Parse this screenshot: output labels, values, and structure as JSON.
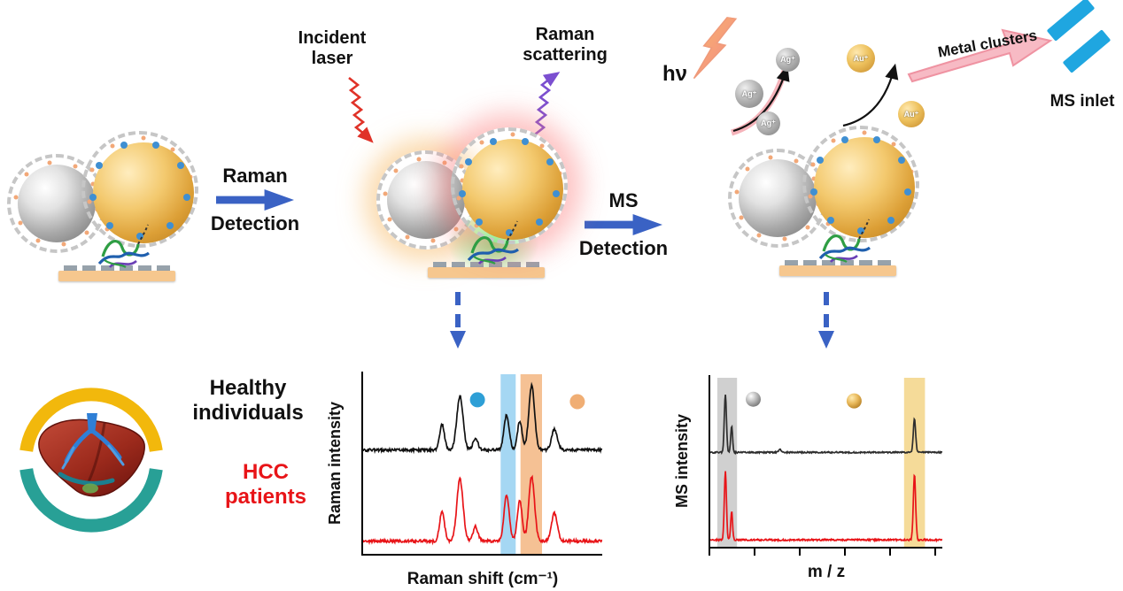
{
  "figure": {
    "labels": {
      "incident_laser": "Incident\nlaser",
      "raman_scattering": "Raman\nscattering",
      "raman_step_top": "Raman",
      "raman_step_bottom": "Detection",
      "ms_step_top": "MS",
      "ms_step_bottom": "Detection",
      "hv": "hν",
      "metal_clusters": "Metal clusters",
      "ms_inlet": "MS inlet",
      "healthy": "Healthy\nindividuals",
      "hcc": "HCC\npatients",
      "ag_ion": "Ag⁺",
      "au_ion": "Au⁺"
    },
    "colors": {
      "detection_arrow": "#3a62c4",
      "hcc_text": "#e81418",
      "laser": "#e03228",
      "raman_scatter": "#7b4fd0",
      "ring_yellow": "#f2b80c",
      "ring_teal": "#28a096",
      "ms_inlet_blue": "#1fa6e0"
    }
  },
  "chart_data": [
    {
      "type": "line",
      "name": "raman-spectra",
      "xlabel": "Raman shift (cm⁻¹)",
      "ylabel": "Raman intensity",
      "x_axis": "normalized 0–1 (no tick labels shown)",
      "grid": false,
      "bands": [
        {
          "x0": 0.575,
          "x1": 0.638,
          "color": "#8fcdf0",
          "label": "silver-probe Raman band"
        },
        {
          "x0": 0.658,
          "x1": 0.748,
          "color": "#f2b279",
          "label": "gold-probe Raman band"
        }
      ],
      "markers": [
        {
          "x": 0.478,
          "y": 0.155,
          "type": "dot",
          "color": "#2e9fd6"
        },
        {
          "x": 0.896,
          "y": 0.165,
          "type": "dot",
          "color": "#f0ae74"
        }
      ],
      "series": [
        {
          "name": "Healthy individuals",
          "color": "#111111",
          "baseline": 0.43,
          "amp": 0.37,
          "noise": 0.02,
          "peaks": [
            {
              "x": 0.33,
              "h": 0.38,
              "w": 0.01
            },
            {
              "x": 0.405,
              "h": 0.8,
              "w": 0.013
            },
            {
              "x": 0.47,
              "h": 0.18,
              "w": 0.01
            },
            {
              "x": 0.6,
              "h": 0.52,
              "w": 0.011
            },
            {
              "x": 0.655,
              "h": 0.42,
              "w": 0.01
            },
            {
              "x": 0.705,
              "h": 0.95,
              "w": 0.012
            },
            {
              "x": 0.8,
              "h": 0.3,
              "w": 0.012
            }
          ]
        },
        {
          "name": "HCC patients",
          "color": "#e81418",
          "baseline": 0.93,
          "amp": 0.4,
          "noise": 0.02,
          "peaks": [
            {
              "x": 0.33,
              "h": 0.42,
              "w": 0.01
            },
            {
              "x": 0.405,
              "h": 0.85,
              "w": 0.013
            },
            {
              "x": 0.47,
              "h": 0.2,
              "w": 0.01
            },
            {
              "x": 0.6,
              "h": 0.62,
              "w": 0.011
            },
            {
              "x": 0.655,
              "h": 0.55,
              "w": 0.01
            },
            {
              "x": 0.705,
              "h": 0.88,
              "w": 0.012
            },
            {
              "x": 0.8,
              "h": 0.38,
              "w": 0.012
            }
          ]
        }
      ]
    },
    {
      "type": "line",
      "name": "ms-spectra",
      "xlabel": "m / z",
      "ylabel": "MS intensity",
      "x_axis": "normalized 0–1 (no tick labels shown)",
      "grid": false,
      "bands": [
        {
          "x0": 0.03,
          "x1": 0.115,
          "color": "#c4c4c4",
          "label": "Ag cluster signal band"
        },
        {
          "x0": 0.835,
          "x1": 0.925,
          "color": "#f3d27f",
          "label": "Au cluster signal band"
        }
      ],
      "markers": [
        {
          "x": 0.185,
          "y": 0.14,
          "type": "sphere-silver"
        },
        {
          "x": 0.62,
          "y": 0.15,
          "type": "sphere-gold"
        }
      ],
      "series": [
        {
          "name": "Healthy individuals",
          "color": "#2e2e2e",
          "baseline": 0.45,
          "amp": 0.34,
          "noise": 0.012,
          "peaks": [
            {
              "x": 0.065,
              "h": 1.0,
              "w": 0.0045
            },
            {
              "x": 0.092,
              "h": 0.45,
              "w": 0.004
            },
            {
              "x": 0.3,
              "h": 0.05,
              "w": 0.006
            },
            {
              "x": 0.88,
              "h": 0.58,
              "w": 0.005
            }
          ]
        },
        {
          "name": "HCC patients",
          "color": "#e81418",
          "baseline": 0.96,
          "amp": 0.4,
          "noise": 0.012,
          "peaks": [
            {
              "x": 0.065,
              "h": 1.0,
              "w": 0.0045
            },
            {
              "x": 0.092,
              "h": 0.42,
              "w": 0.004
            },
            {
              "x": 0.88,
              "h": 0.95,
              "w": 0.005
            }
          ]
        }
      ]
    }
  ]
}
